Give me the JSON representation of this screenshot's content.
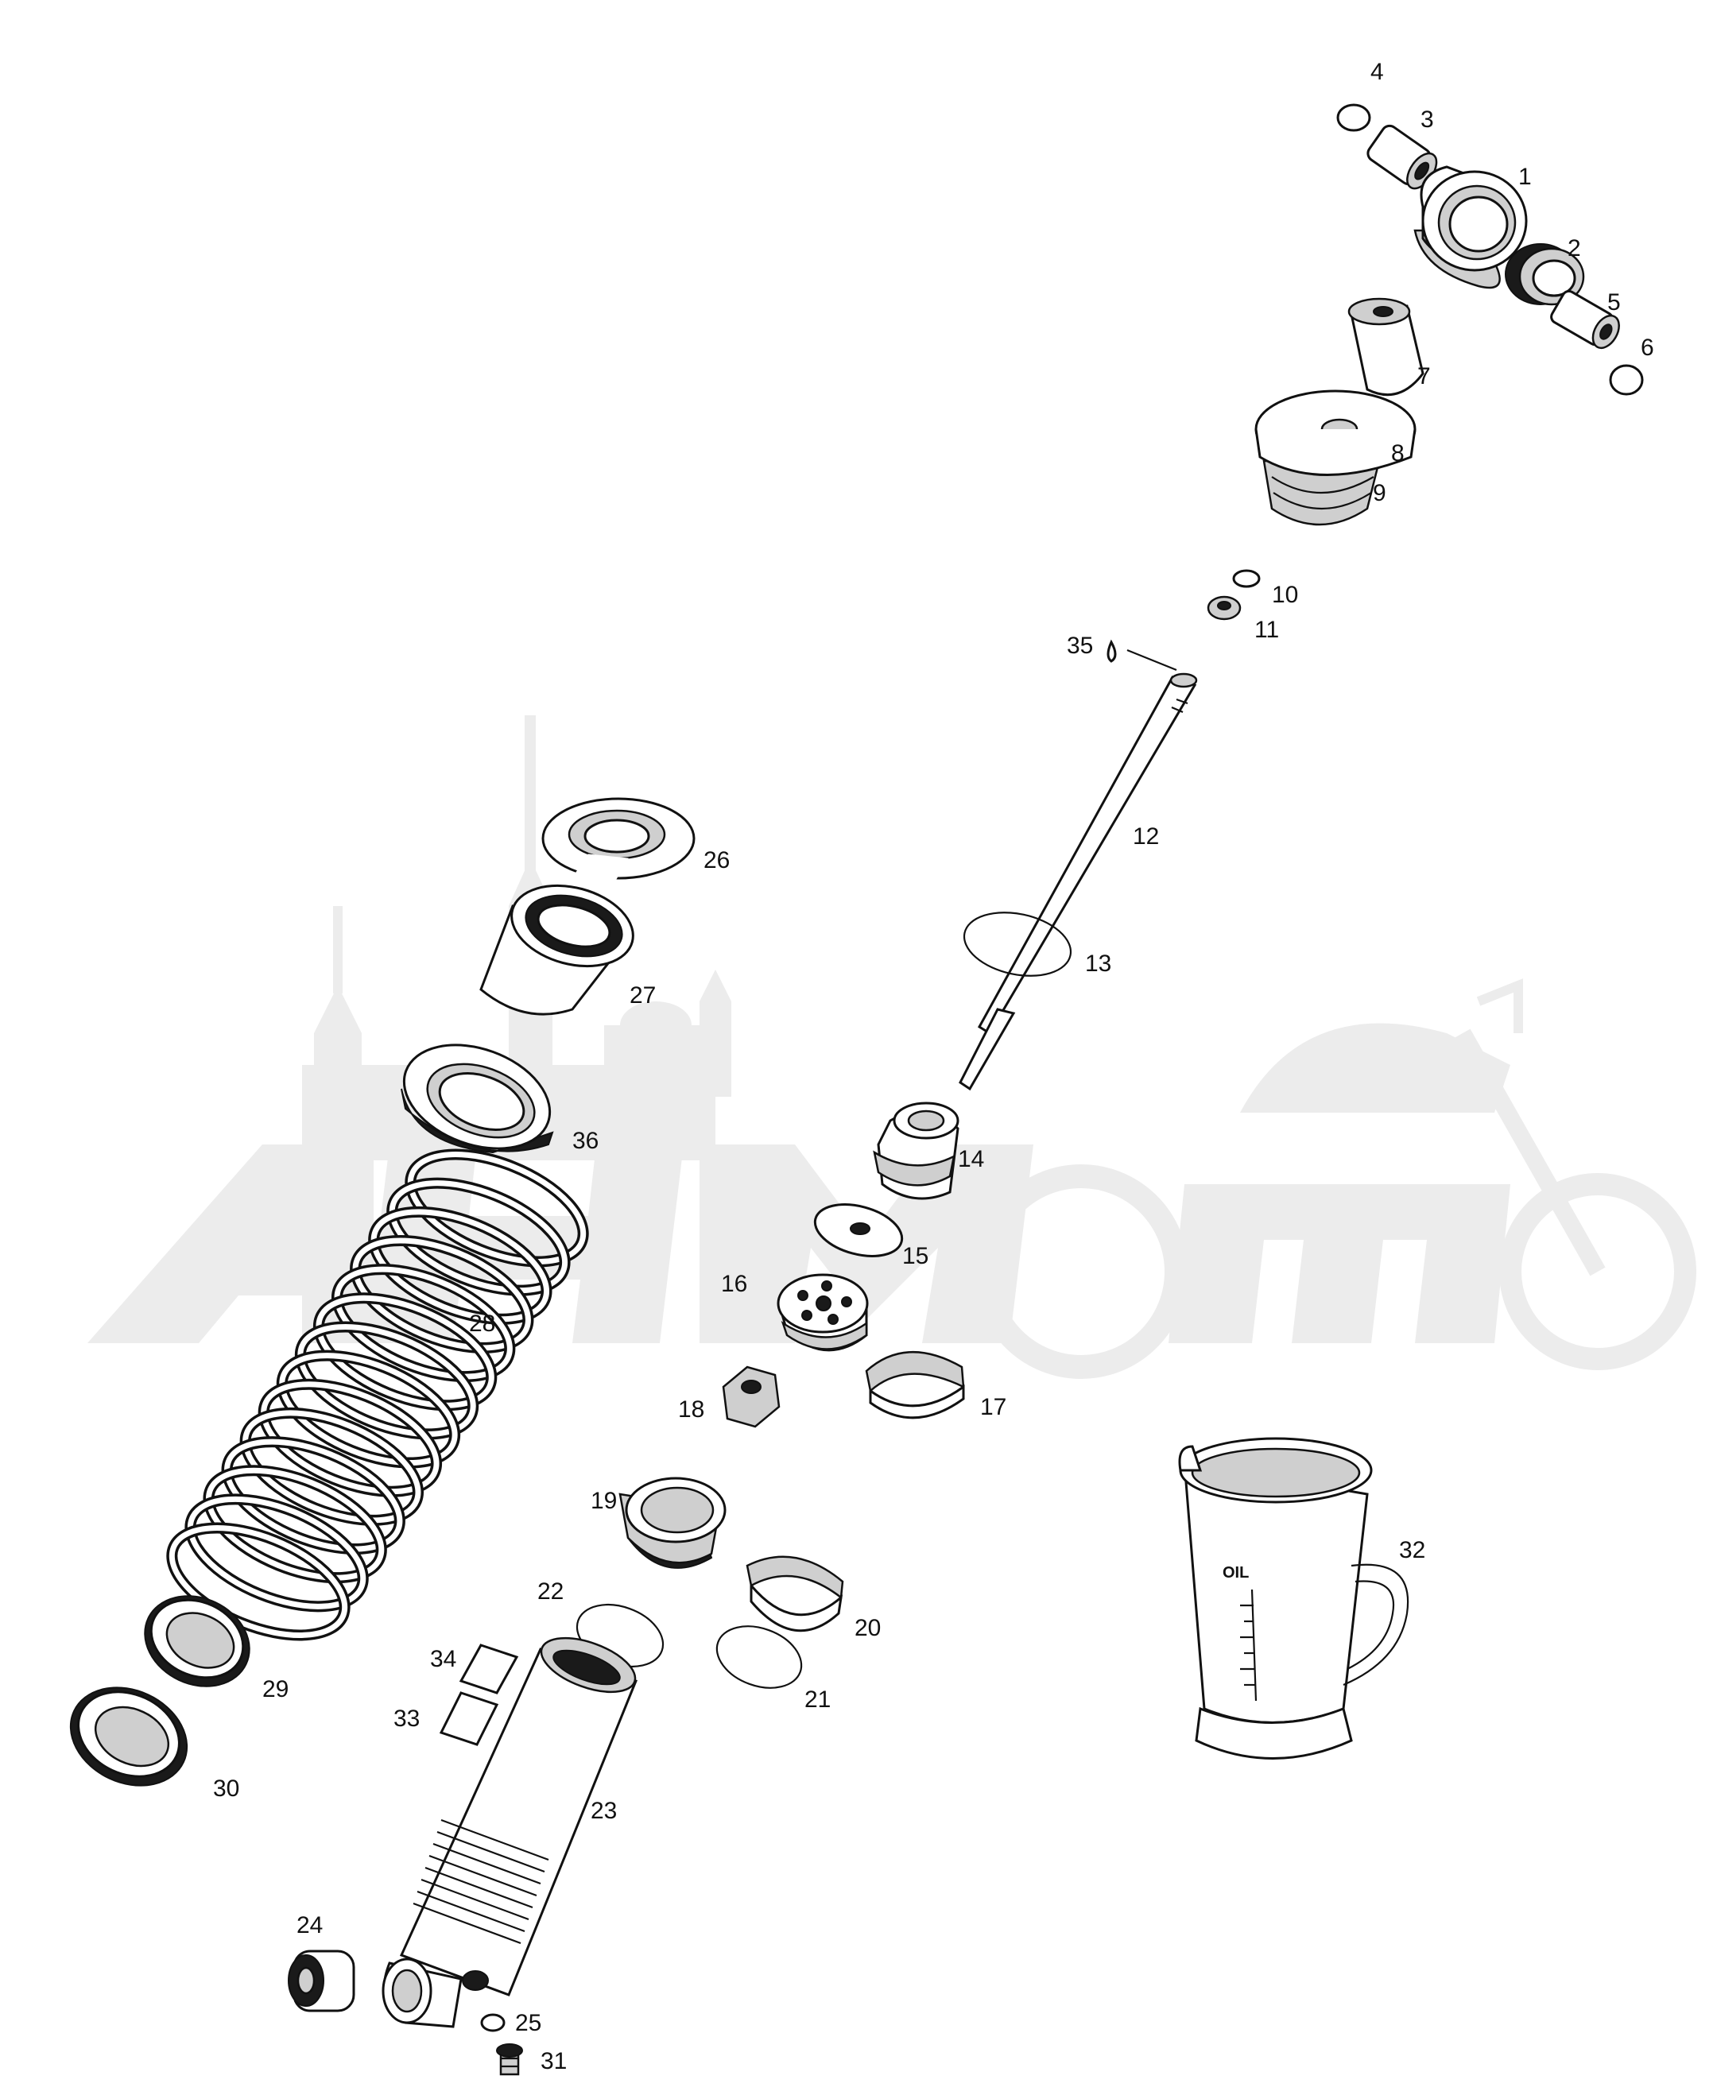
{
  "diagram": {
    "callouts": [
      {
        "id": "1",
        "label": "1"
      },
      {
        "id": "2",
        "label": "2"
      },
      {
        "id": "3",
        "label": "3"
      },
      {
        "id": "4",
        "label": "4"
      },
      {
        "id": "5",
        "label": "5"
      },
      {
        "id": "6",
        "label": "6"
      },
      {
        "id": "7",
        "label": "7"
      },
      {
        "id": "8",
        "label": "8"
      },
      {
        "id": "9",
        "label": "9"
      },
      {
        "id": "10",
        "label": "10"
      },
      {
        "id": "11",
        "label": "11"
      },
      {
        "id": "12",
        "label": "12"
      },
      {
        "id": "13",
        "label": "13"
      },
      {
        "id": "14",
        "label": "14"
      },
      {
        "id": "15",
        "label": "15"
      },
      {
        "id": "16",
        "label": "16"
      },
      {
        "id": "17",
        "label": "17"
      },
      {
        "id": "18",
        "label": "18"
      },
      {
        "id": "19",
        "label": "19"
      },
      {
        "id": "20",
        "label": "20"
      },
      {
        "id": "21",
        "label": "21"
      },
      {
        "id": "22",
        "label": "22"
      },
      {
        "id": "23",
        "label": "23"
      },
      {
        "id": "24",
        "label": "24"
      },
      {
        "id": "25",
        "label": "25"
      },
      {
        "id": "26",
        "label": "26"
      },
      {
        "id": "27",
        "label": "27"
      },
      {
        "id": "28",
        "label": "28"
      },
      {
        "id": "29",
        "label": "29"
      },
      {
        "id": "30",
        "label": "30"
      },
      {
        "id": "31",
        "label": "31"
      },
      {
        "id": "32",
        "label": "32"
      },
      {
        "id": "33",
        "label": "33"
      },
      {
        "id": "34",
        "label": "34"
      },
      {
        "id": "35",
        "label": "35"
      },
      {
        "id": "36",
        "label": "36"
      }
    ],
    "jug_marking": "OIL",
    "watermark": {
      "text": "AHM"
    }
  }
}
